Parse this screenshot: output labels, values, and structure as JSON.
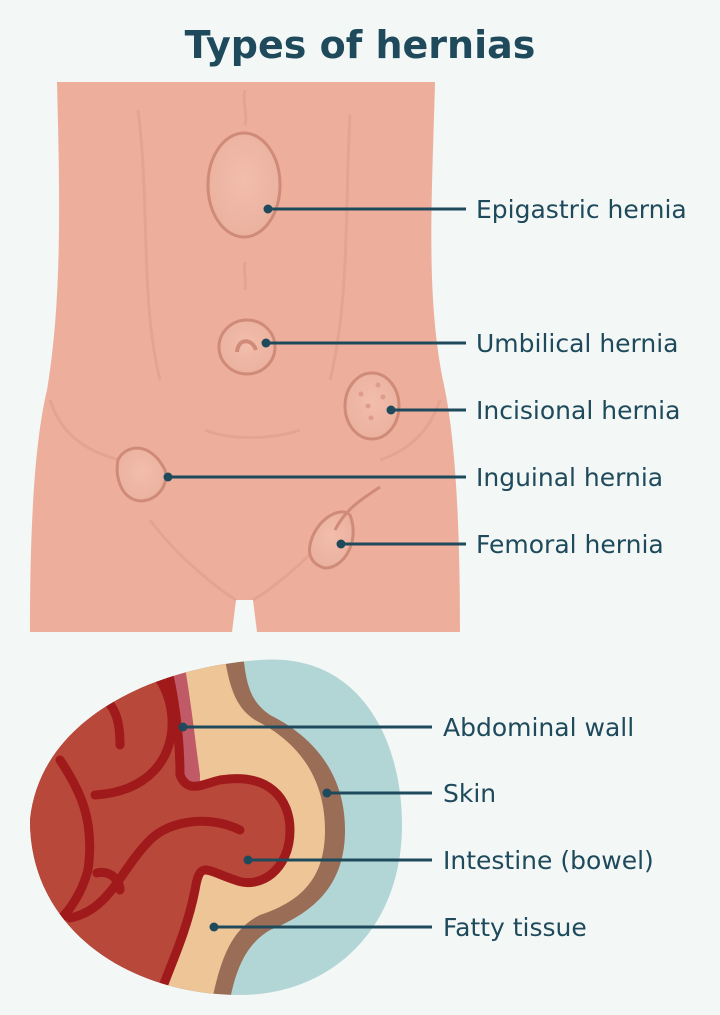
{
  "title": "Types of hernias",
  "hernia_labels": [
    "Epigastric hernia",
    "Umbilical hernia",
    "Incisional hernia",
    "Inguinal hernia",
    "Femoral hernia"
  ],
  "layer_labels": [
    "Abdominal wall",
    "Skin",
    "Intestine (bowel)",
    "Fatty tissue"
  ],
  "colors": {
    "text": "#1e4a5c",
    "skin": "#edaf9c",
    "background": "#f3f7f6",
    "intestine": "#b8483a",
    "fat": "#eec597",
    "muscle": "#c05a66",
    "skin_layer": "#9a6d56",
    "outside": "#b2d5d5"
  }
}
